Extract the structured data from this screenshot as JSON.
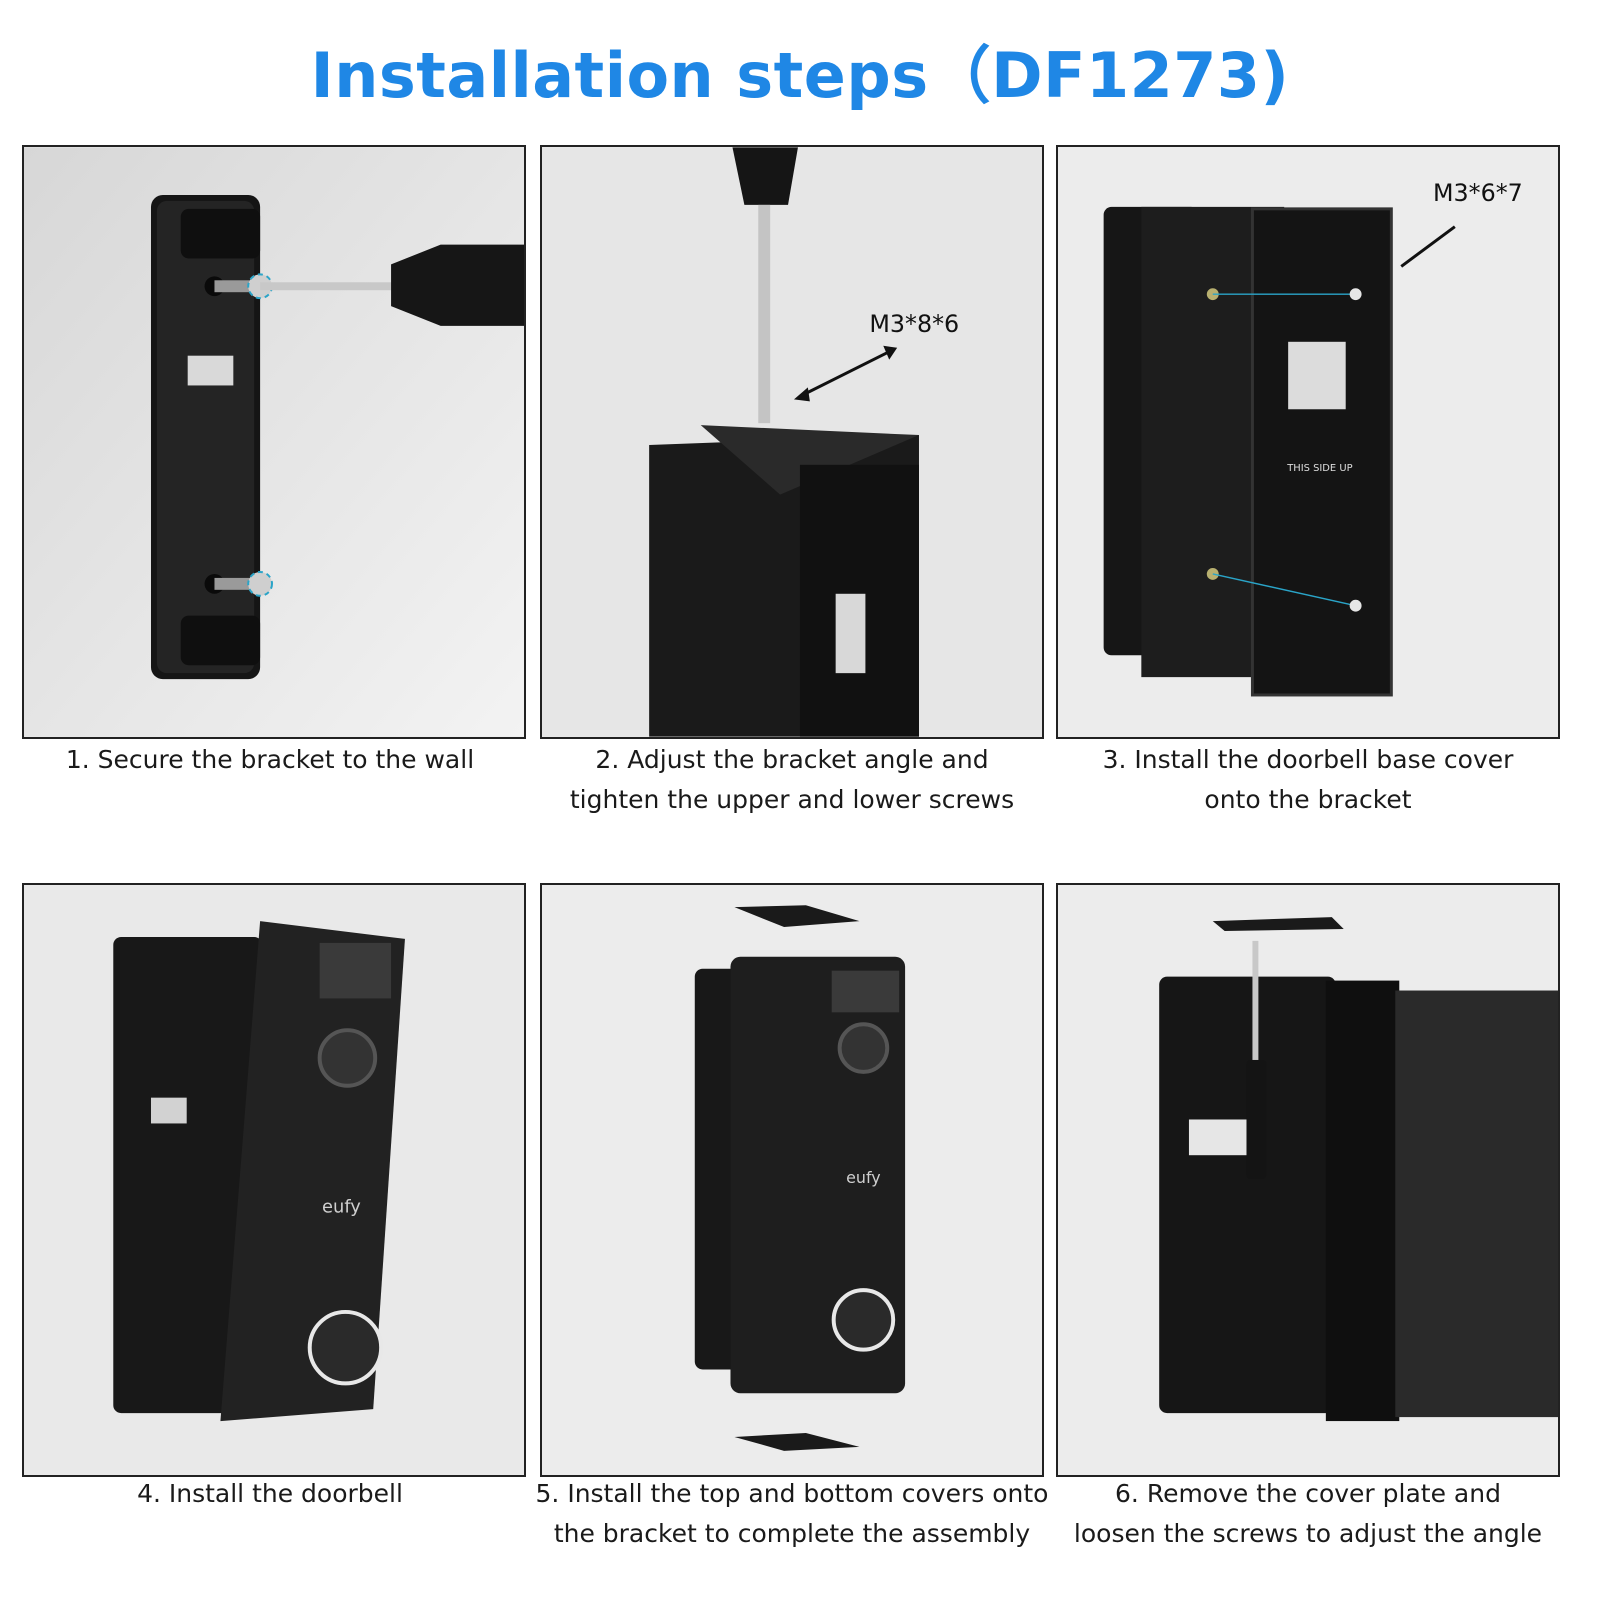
{
  "title": "Installation steps（DF1273)",
  "steps": [
    {
      "lines": [
        "1. Secure the bracket to the wall"
      ]
    },
    {
      "lines": [
        "2. Adjust the bracket angle and",
        "tighten the upper and lower screws"
      ],
      "label": "M3*8*6"
    },
    {
      "lines": [
        "3. Install the doorbell base cover",
        "onto the bracket"
      ],
      "label": "M3*6*7",
      "marking": "THIS SIDE UP"
    },
    {
      "lines": [
        "4. Install the doorbell"
      ],
      "brand": "eufy"
    },
    {
      "lines": [
        "5. Install the top and bottom covers onto",
        "the bracket to complete the assembly"
      ],
      "brand": "eufy"
    },
    {
      "lines": [
        "6. Remove the cover plate and",
        "loosen the screws to adjust the angle"
      ]
    }
  ],
  "colors": {
    "title": "#1f87e5",
    "accent": "#2aa4c8",
    "bracket": "#1b1b1b",
    "wall": "#ececec"
  }
}
